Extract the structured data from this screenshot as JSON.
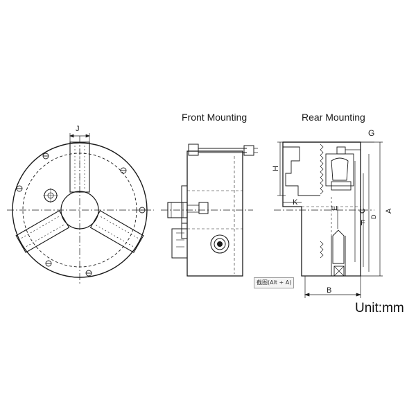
{
  "titles": {
    "front": "Front Mounting",
    "rear": "Rear Mounting"
  },
  "dimension_labels": {
    "J": "J",
    "G": "G",
    "H": "H",
    "K": "K",
    "E": "E",
    "C": "C",
    "F": "F",
    "D": "D",
    "A": "A",
    "B": "B"
  },
  "tooltip": "截图(Alt + A)",
  "unit": "Unit:mm"
}
